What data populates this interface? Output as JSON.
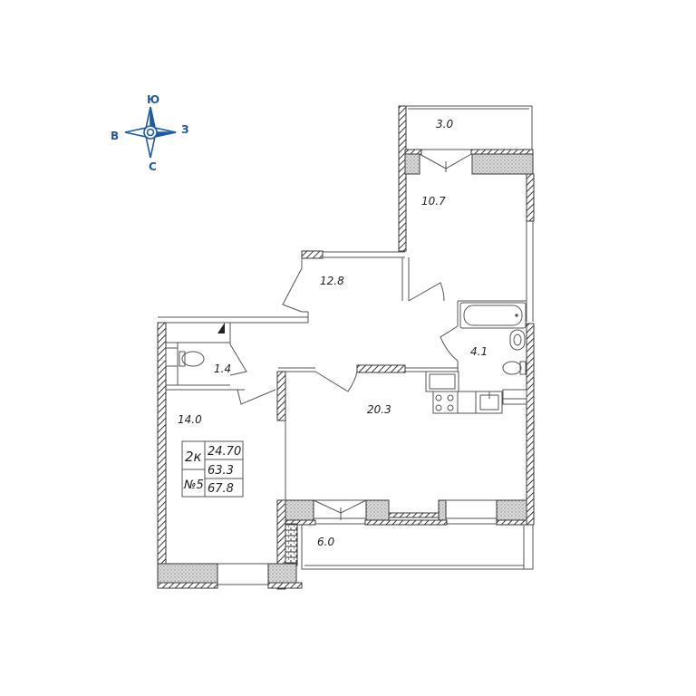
{
  "compass": {
    "north": "С",
    "south": "Ю",
    "east": "З",
    "west": "В",
    "color": "#1e5aa8"
  },
  "rooms": [
    {
      "id": "balcony-top",
      "area": "3.0"
    },
    {
      "id": "bedroom",
      "area": "10.7"
    },
    {
      "id": "hall",
      "area": "12.8"
    },
    {
      "id": "bathroom",
      "area": "4.1"
    },
    {
      "id": "wc",
      "area": "1.4"
    },
    {
      "id": "living-kitchen",
      "area": "20.3"
    },
    {
      "id": "room-left",
      "area": "14.0"
    },
    {
      "id": "balcony-bottom",
      "area": "6.0"
    }
  ],
  "info_box": {
    "type_label": "2к",
    "number_label": "№5",
    "living_area": "24.70",
    "total_area": "63.3",
    "total_with_balcony": "67.8"
  },
  "colors": {
    "wall": "#3a3a3a",
    "hatch": "#3a3a3a",
    "insulation": "#cfcfcf",
    "line": "#555555"
  }
}
